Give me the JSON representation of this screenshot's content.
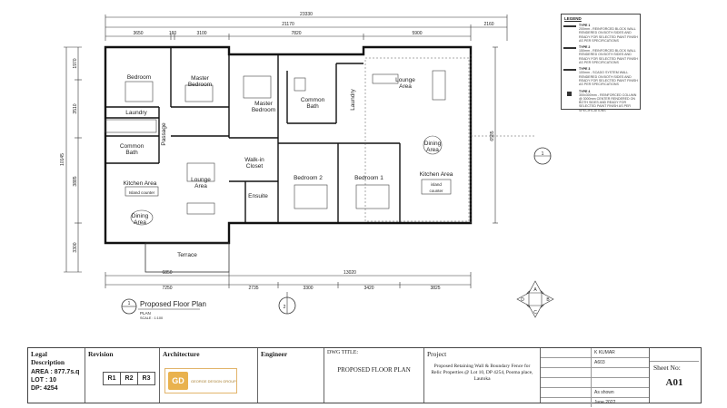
{
  "dims": {
    "overall_width": "23330",
    "upper_left": "21170",
    "upper_right": "2160",
    "top_segments": [
      "3650",
      "160",
      "3100",
      "7820",
      "5900"
    ],
    "bottom_segments_row1": [
      "6850",
      "13020"
    ],
    "bottom_segments_row2": [
      "7250",
      "2735",
      "3300",
      "3420",
      "3825"
    ],
    "left_overall": "10145",
    "left_segments": [
      "1970",
      "3510",
      "3885",
      "3300"
    ],
    "right_segment": "6585"
  },
  "rooms": {
    "bedroom_left": "Bedroom",
    "master_bedroom_left": "Master\nBedroom",
    "laundry": "Laundry",
    "passage": "Passage",
    "common_bath_left": "Common\nBath",
    "kitchen_area_left": "Kitchen Area",
    "island_counter_left": "Island counter",
    "dining_area_left": "Dining\nArea",
    "lounge_area_left": "Lounge\nArea",
    "terrace": "Terrace",
    "master_bedroom_right": "Master\nBedroom",
    "common_bath_right": "Common\nBath",
    "laundry_right": "Laundry",
    "lounge_area_right": "Lounge\nArea",
    "dining_area_right": "Dining\nArea",
    "kitchen_area_right": "Kitchen Area",
    "island_counter_right": "island\ncounter",
    "walk_in_closet": "Walk-in\nCloset",
    "ensuite": "Ensuite",
    "bedroom_2": "Bedroom 2",
    "bedroom_1": "Bedroom 1"
  },
  "plan_caption": {
    "number": "1",
    "title": "Proposed Floor Plan",
    "sub": "PLAN",
    "scale": "SCALE : 1:100"
  },
  "section_markers": [
    "1",
    "2"
  ],
  "compass": [
    "A",
    "B",
    "C",
    "D"
  ],
  "legend": {
    "title": "LEGEND",
    "items": [
      {
        "type": "TYPE 1",
        "desc": "200mm - REINFORCED BLOCK WALL RENDERED ON BOTH SIDES AND READY FOR SELECTED PAINT FINISH AS PER SPECIFICATIONS"
      },
      {
        "type": "TYPE 2",
        "desc": "150mm - REINFORCED BLOCK WALL RENDERED ON BOTH SIDES AND READY FOR SELECTED PAINT FINISH AS PER SPECIFICATIONS"
      },
      {
        "type": "TYPE 3",
        "desc": "100mm - SCADO SYSTEM WALL RENDERED ON BOTH SIDES AND READY FOR SELECTED PAINT FINISH AS PER SPECIFICATIONS"
      },
      {
        "type": "TYPE 4",
        "desc": "300x300mm - REINFORCED COLUMN @ 3000mm CENTER RENDERED ON BOTH SIDES AND READY FOR SELECTED PAINT FINISH AS PER SPECIFICATIONS"
      }
    ]
  },
  "titleblock": {
    "legal_description": "Legal Description",
    "area": "AREA  : 877.7s.q",
    "lot": "LOT  : 10",
    "dp": "DP: 4254",
    "revision": "Revision",
    "revs": [
      "R1",
      "R2",
      "R3"
    ],
    "architecture": "Architecture",
    "logo_mark": "GD",
    "logo_text": "GEORGE DESIGN GROUP",
    "engineer": "Engineer",
    "dwg_title_label": "DWG TITLE:",
    "dwg_title": "PROPOSED FLOOR PLAN",
    "project": "Project",
    "project_desc": "Proposed Retaining Wall & Boundary Fence for Relic Properties @ Lot 10, DP 4254, Pooma place, Lautoka",
    "drawn_value": "K KUMAR",
    "checked_value": "A603",
    "scale_value": "As shown",
    "date_value": "June 2022",
    "sheet_no_label": "Sheet No:",
    "sheet_no": "A01"
  }
}
